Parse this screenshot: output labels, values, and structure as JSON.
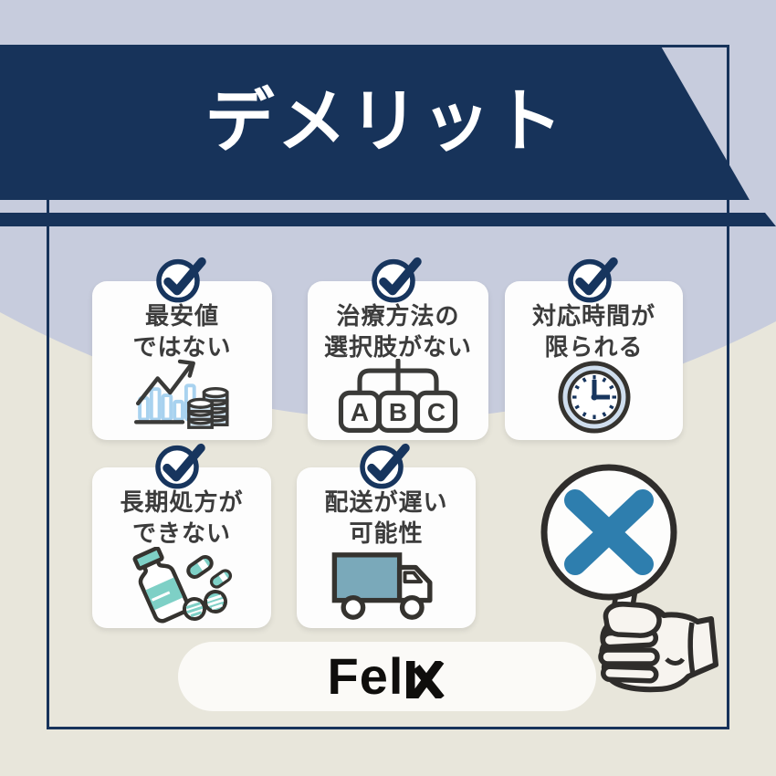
{
  "banner": {
    "title": "デメリット"
  },
  "cards": [
    {
      "label": "最安値\nではない",
      "icon": "price-chart-coins-icon"
    },
    {
      "label": "治療方法の\n選択肢がない",
      "icon": "treatment-options-abc-icon",
      "options": [
        "A",
        "B",
        "C"
      ]
    },
    {
      "label": "対応時間が\n限られる",
      "icon": "clock-icon"
    },
    {
      "label": "長期処方が\nできない",
      "icon": "medicine-bottle-pills-icon"
    },
    {
      "label": "配送が遅い\n可能性",
      "icon": "delivery-truck-icon"
    }
  ],
  "sign": {
    "icon": "x-mark-round-sign",
    "holder": "hand-holding-sign"
  },
  "logo": {
    "brand": "FelK",
    "prefix": "Fel",
    "k": "K"
  },
  "colors": {
    "navy": "#17335a",
    "check_navy": "#17355e",
    "lavender": "#c7ccdd",
    "beige": "#e8e6db",
    "card_white": "#fdfdfd",
    "text_dark": "#3c3c3c",
    "light_blue": "#a8d2ef",
    "clock_ring": "#cfdeee",
    "teal": "#7ed0c6",
    "truck_teal": "#7aa9ba",
    "x_blue": "#2e7eae",
    "outline_dark": "#35332f"
  }
}
